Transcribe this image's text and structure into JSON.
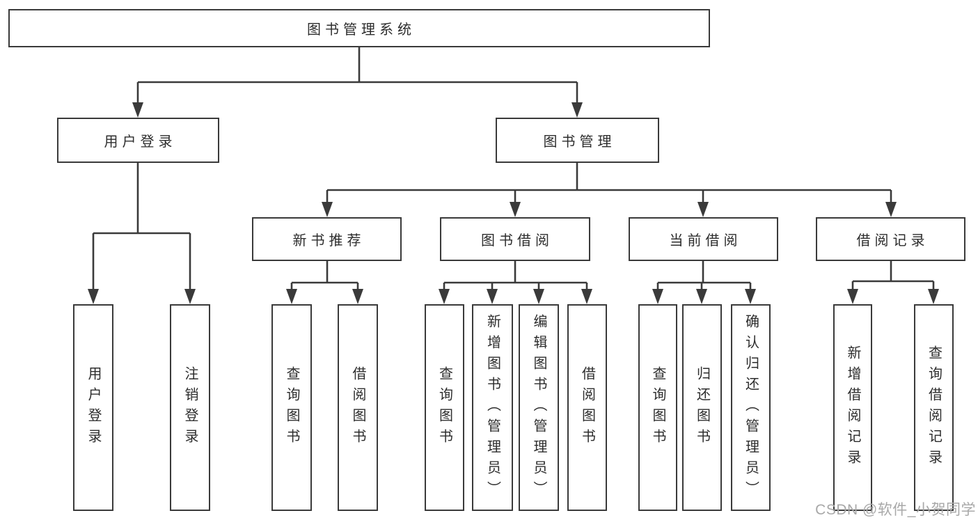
{
  "tree": {
    "root": {
      "label": "图书管理系统",
      "children": [
        {
          "label": "用户登录",
          "children": [
            {
              "label": "用户登录"
            },
            {
              "label": "注销登录"
            }
          ]
        },
        {
          "label": "图书管理",
          "children": [
            {
              "label": "新书推荐",
              "children": [
                {
                  "label": "查询图书"
                },
                {
                  "label": "借阅图书"
                }
              ]
            },
            {
              "label": "图书借阅",
              "children": [
                {
                  "label": "查询图书"
                },
                {
                  "label": "新增图书（管理员）"
                },
                {
                  "label": "编辑图书（管理员）"
                },
                {
                  "label": "借阅图书"
                }
              ]
            },
            {
              "label": "当前借阅",
              "children": [
                {
                  "label": "查询图书"
                },
                {
                  "label": "归还图书"
                },
                {
                  "label": "确认归还（管理员）"
                }
              ]
            },
            {
              "label": "借阅记录",
              "children": [
                {
                  "label": "新增借阅记录"
                },
                {
                  "label": "查询借阅记录"
                }
              ]
            }
          ]
        }
      ]
    }
  },
  "watermark": {
    "text": "CSDN @软件_小贺同学"
  },
  "colors": {
    "line": "#3a3a3a",
    "text": "#2d2d2d",
    "watermark": "#a8a8a8",
    "background": "#ffffff"
  }
}
